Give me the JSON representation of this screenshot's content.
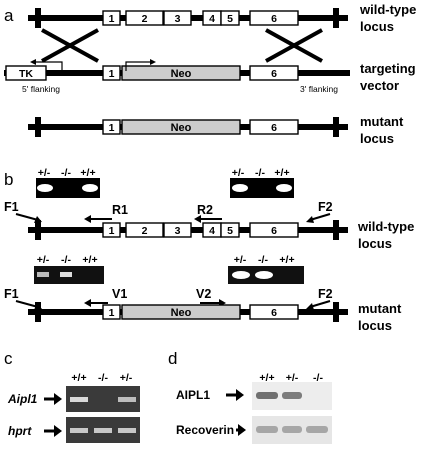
{
  "panels": {
    "a": "a",
    "b": "b",
    "c": "c",
    "d": "d"
  },
  "loci": {
    "wild_type": [
      "wild-type",
      "locus"
    ],
    "targeting": [
      "targeting",
      "vector"
    ],
    "mutant": [
      "mutant",
      "locus"
    ]
  },
  "exons": [
    "1",
    "2",
    "3",
    "4",
    "5",
    "6"
  ],
  "tk": "TK",
  "neo": "Neo",
  "flanking": {
    "five": "5' flanking",
    "three": "3' flanking"
  },
  "primers": {
    "F1": "F1",
    "R1": "R1",
    "R2": "R2",
    "F2": "F2",
    "V1": "V1",
    "V2": "V2"
  },
  "genotypes": {
    "het": "+/-",
    "ko": "-/-",
    "wt": "+/+"
  },
  "panel_c": {
    "lanes": [
      "+/+",
      "-/-",
      "+/-"
    ],
    "rows": [
      "Aipl1",
      "hprt"
    ]
  },
  "panel_d": {
    "lanes": [
      "+/+",
      "+/-",
      "-/-"
    ],
    "rows": [
      "AIPL1",
      "Recoverin"
    ]
  }
}
